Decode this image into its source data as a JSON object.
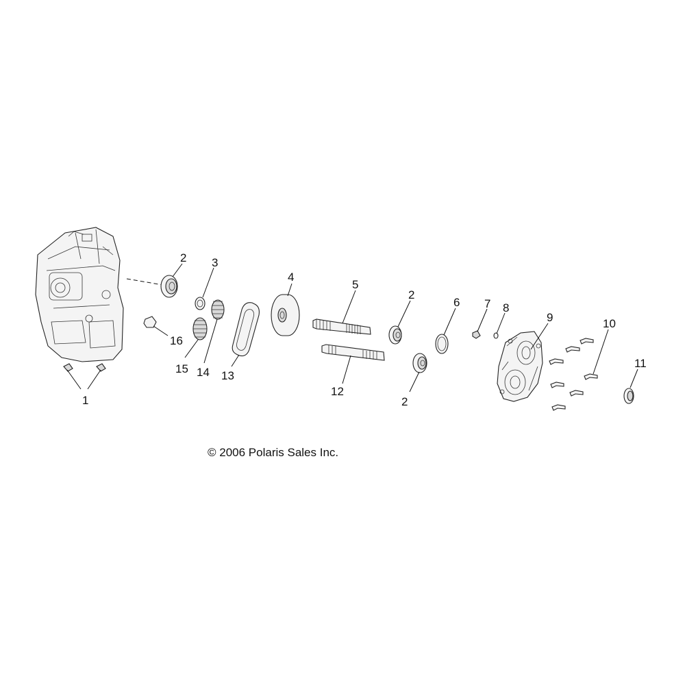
{
  "copyright": "© 2006 Polaris Sales Inc.",
  "callouts": [
    {
      "id": "c1",
      "label": "1"
    },
    {
      "id": "c2a",
      "label": "2"
    },
    {
      "id": "c2b",
      "label": "2"
    },
    {
      "id": "c2c",
      "label": "2"
    },
    {
      "id": "c3",
      "label": "3"
    },
    {
      "id": "c4",
      "label": "4"
    },
    {
      "id": "c5",
      "label": "5"
    },
    {
      "id": "c6",
      "label": "6"
    },
    {
      "id": "c7",
      "label": "7"
    },
    {
      "id": "c8",
      "label": "8"
    },
    {
      "id": "c9",
      "label": "9"
    },
    {
      "id": "c10",
      "label": "10"
    },
    {
      "id": "c11",
      "label": "11"
    },
    {
      "id": "c12",
      "label": "12"
    },
    {
      "id": "c13",
      "label": "13"
    },
    {
      "id": "c14",
      "label": "14"
    },
    {
      "id": "c15",
      "label": "15"
    },
    {
      "id": "c16",
      "label": "16"
    }
  ]
}
